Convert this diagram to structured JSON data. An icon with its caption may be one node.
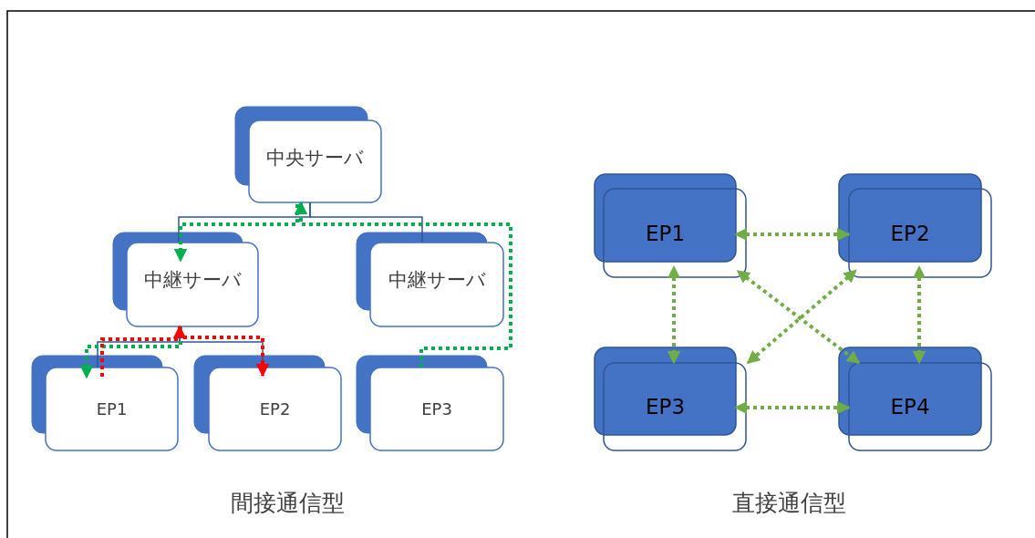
{
  "diagram": {
    "nodes": [
      {
        "text": [
          "中央サーバ"
        ]
      },
      {
        "text": [
          "中継サーバ"
        ]
      },
      {
        "text": [
          "中継サーバ"
        ]
      },
      {
        "text": [
          "EP1"
        ]
      },
      {
        "text": [
          "EP2"
        ]
      },
      {
        "text": [
          "EP3"
        ]
      },
      {
        "text": [
          "EP1"
        ]
      },
      {
        "text": [
          "EP2"
        ]
      },
      {
        "text": [
          "EP3"
        ]
      },
      {
        "text": [
          "EP4"
        ]
      }
    ],
    "edges": [
      {
        "from": 0,
        "to": 1,
        "arrow": "none"
      },
      {
        "from": 0,
        "to": 2,
        "arrow": "none"
      },
      {
        "from": 1,
        "to": 3,
        "arrow": "none"
      },
      {
        "from": 1,
        "to": 4,
        "arrow": "none"
      },
      {
        "from": 5,
        "to": 0,
        "arrow": "to",
        "style": "dashed",
        "color": "#00b050"
      },
      {
        "from": 0,
        "to": 1,
        "arrow": "to",
        "style": "dashed",
        "color": "#00b050"
      },
      {
        "from": 1,
        "to": 3,
        "arrow": "to",
        "style": "dashed",
        "color": "#00b050"
      },
      {
        "from": 3,
        "to": 1,
        "arrow": "to",
        "style": "dashed",
        "color": "#ff0000"
      },
      {
        "from": 1,
        "to": 4,
        "arrow": "to",
        "style": "dashed",
        "color": "#ff0000"
      },
      {
        "from": 6,
        "to": 7,
        "arrow": "both",
        "style": "dashed",
        "color": "#70ad47"
      },
      {
        "from": 6,
        "to": 8,
        "arrow": "both",
        "style": "dashed",
        "color": "#70ad47"
      },
      {
        "from": 6,
        "to": 9,
        "arrow": "both",
        "style": "dashed",
        "color": "#70ad47"
      },
      {
        "from": 7,
        "to": 8,
        "arrow": "both",
        "style": "dashed",
        "color": "#70ad47"
      },
      {
        "from": 7,
        "to": 9,
        "arrow": "both",
        "style": "dashed",
        "color": "#70ad47"
      },
      {
        "from": 8,
        "to": 9,
        "arrow": "both",
        "style": "dashed",
        "color": "#70ad47"
      }
    ],
    "labels": [
      "間接通信型",
      "直接通信型"
    ]
  }
}
